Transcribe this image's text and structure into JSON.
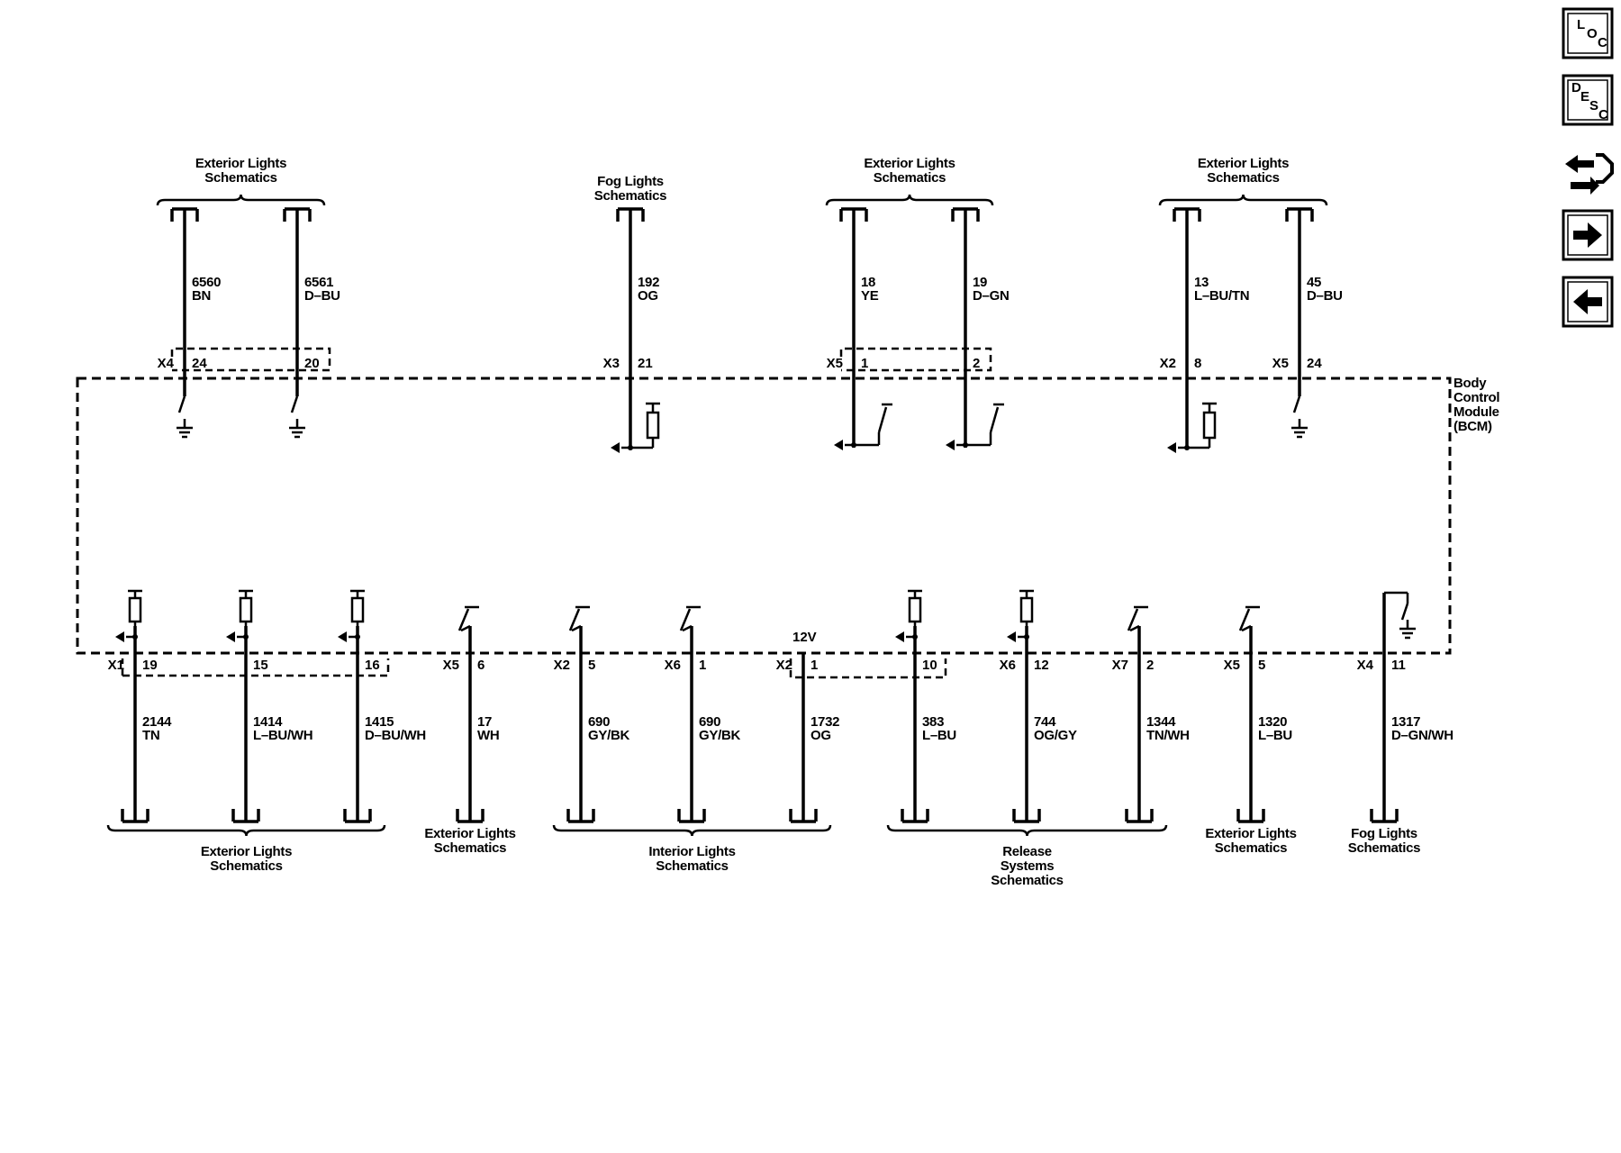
{
  "module_label": [
    "Body",
    "Control",
    "Module",
    "(BCM)"
  ],
  "nav": [
    {
      "kind": "loc",
      "chars": [
        "L",
        "O",
        "C"
      ]
    },
    {
      "kind": "desc",
      "chars": [
        "D",
        "E",
        "S",
        "C"
      ]
    },
    {
      "kind": "exchange"
    },
    {
      "kind": "next"
    },
    {
      "kind": "prev"
    }
  ],
  "top_groups": [
    {
      "lines": [
        "Exterior Lights",
        "Schematics"
      ],
      "cols": [
        1,
        2
      ]
    },
    {
      "lines": [
        "Fog Lights",
        "Schematics"
      ],
      "cols": [
        3
      ]
    },
    {
      "lines": [
        "Exterior Lights",
        "Schematics"
      ],
      "cols": [
        4,
        5
      ]
    },
    {
      "lines": [
        "Exterior Lights",
        "Schematics"
      ],
      "cols": [
        6,
        7
      ]
    }
  ],
  "top_wires": [
    {
      "circuit": "6560",
      "color": "BN",
      "connector": "X4",
      "pin": "24",
      "device": "switch_ground"
    },
    {
      "circuit": "6561",
      "color": "D–BU",
      "connector": "",
      "pin": "20",
      "device": "switch_ground"
    },
    {
      "circuit": "192",
      "color": "OG",
      "connector": "X3",
      "pin": "21",
      "device": "pullup_input"
    },
    {
      "circuit": "18",
      "color": "YE",
      "connector": "X5",
      "pin": "1",
      "device": "switch_input"
    },
    {
      "circuit": "19",
      "color": "D–GN",
      "connector": "",
      "pin": "2",
      "device": "switch_input"
    },
    {
      "circuit": "13",
      "color": "L–BU/TN",
      "connector": "X2",
      "pin": "8",
      "device": "pullup_input"
    },
    {
      "circuit": "45",
      "color": "D–BU",
      "connector": "X5",
      "pin": "24",
      "device": "switch_ground"
    }
  ],
  "bottom_wires": [
    {
      "circuit": "2144",
      "color": "TN",
      "connector": "X1",
      "pin": "19",
      "device": "pullup_input"
    },
    {
      "circuit": "1414",
      "color": "L–BU/WH",
      "connector": "",
      "pin": "15",
      "device": "pullup_input"
    },
    {
      "circuit": "1415",
      "color": "D–BU/WH",
      "connector": "",
      "pin": "16",
      "device": "pullup_input"
    },
    {
      "circuit": "17",
      "color": "WH",
      "connector": "X5",
      "pin": "6",
      "device": "switch_high"
    },
    {
      "circuit": "690",
      "color": "GY/BK",
      "connector": "X2",
      "pin": "5",
      "device": "switch_high"
    },
    {
      "circuit": "690",
      "color": "GY/BK",
      "connector": "X6",
      "pin": "1",
      "device": "switch_high"
    },
    {
      "circuit": "1732",
      "color": "OG",
      "connector": "X2",
      "pin": "1",
      "device": "supply_12v",
      "supply": "12V"
    },
    {
      "circuit": "383",
      "color": "L–BU",
      "connector": "",
      "pin": "10",
      "device": "pullup_input"
    },
    {
      "circuit": "744",
      "color": "OG/GY",
      "connector": "X6",
      "pin": "12",
      "device": "pullup_input"
    },
    {
      "circuit": "1344",
      "color": "TN/WH",
      "connector": "X7",
      "pin": "2",
      "device": "switch_high"
    },
    {
      "circuit": "1320",
      "color": "L–BU",
      "connector": "X5",
      "pin": "5",
      "device": "switch_high"
    },
    {
      "circuit": "1317",
      "color": "D–GN/WH",
      "connector": "X4",
      "pin": "11",
      "device": "switch_ground_hook"
    }
  ],
  "bottom_groups": [
    {
      "lines": [
        "Exterior Lights",
        "Schematics"
      ],
      "cols": [
        1,
        2,
        3
      ]
    },
    {
      "lines": [
        "Exterior Lights",
        "Schematics"
      ],
      "cols": [
        4
      ]
    },
    {
      "lines": [
        "Interior Lights",
        "Schematics"
      ],
      "cols": [
        5,
        6,
        7
      ]
    },
    {
      "lines": [
        "Release",
        "Systems",
        "Schematics"
      ],
      "cols": [
        8,
        9,
        10
      ]
    },
    {
      "lines": [
        "Exterior Lights",
        "Schematics"
      ],
      "cols": [
        11
      ]
    },
    {
      "lines": [
        "Fog Lights",
        "Schematics"
      ],
      "cols": [
        12
      ]
    }
  ]
}
